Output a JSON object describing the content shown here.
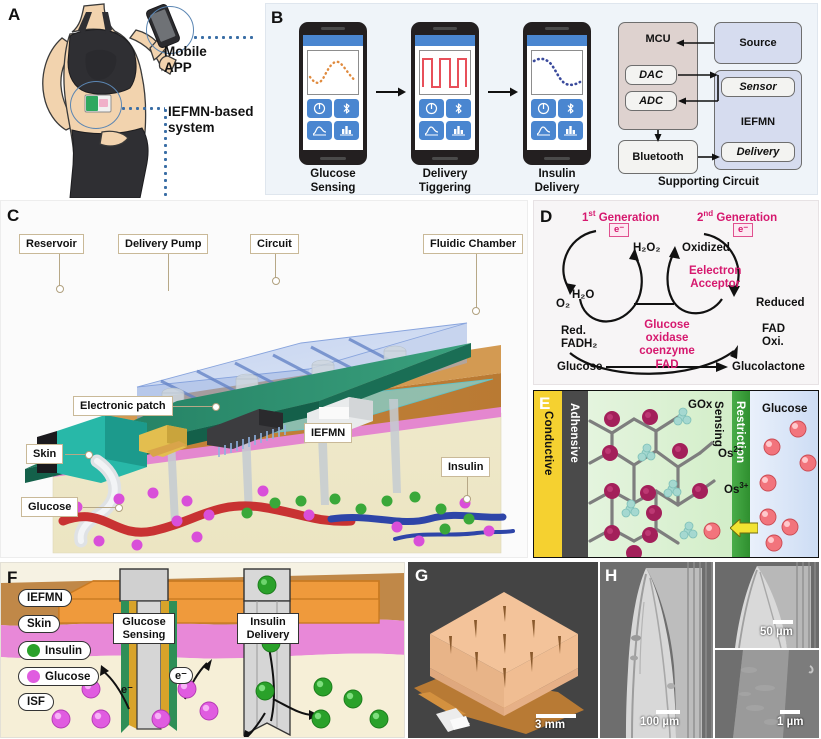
{
  "figure": {
    "panels": [
      "A",
      "B",
      "C",
      "D",
      "E",
      "F",
      "G",
      "H"
    ]
  },
  "panelA": {
    "letter": "A",
    "label_mobile_app": "Mobile\nAPP",
    "label_mobile_app_line1": "Mobile",
    "label_mobile_app_line2": "APP",
    "label_system_line1": "IEFMN-based",
    "label_system_line2": "system"
  },
  "panelB": {
    "letter": "B",
    "phones": [
      {
        "caption_line1": "Glucose",
        "caption_line2": "Sensing",
        "trace": "orange-dotted-wave",
        "trace_color": "#e08b3f"
      },
      {
        "caption_line1": "Delivery",
        "caption_line2": "Tiggering",
        "trace": "red-square-wave",
        "trace_color": "#e8505a"
      },
      {
        "caption_line1": "Insulin",
        "caption_line2": "Delivery",
        "trace": "blue-dotted-descending",
        "trace_color": "#3a4a9c"
      }
    ],
    "app_buttons": [
      "power-icon",
      "bluetooth-icon",
      "line-chart-icon",
      "bar-chart-icon"
    ],
    "circuit": {
      "mcu": "MCU",
      "dac": "DAC",
      "adc": "ADC",
      "source": "Source",
      "sensor": "Sensor",
      "iefmn": "IEFMN",
      "delivery": "Delivery",
      "bluetooth": "Bluetooth",
      "caption": "Supporting Circuit"
    }
  },
  "panelC": {
    "letter": "C",
    "labels": [
      "Reservoir",
      "Delivery Pump",
      "Circuit",
      "Fluidic Chamber",
      "Electronic patch",
      "IEFMN",
      "Skin",
      "Insulin",
      "Glucose"
    ]
  },
  "panelD": {
    "letter": "D",
    "gen1_sup": "st",
    "gen1": "1",
    "gen1_full": "Generation",
    "gen2": "2",
    "gen2_sup": "nd",
    "gen2_full": "Generation",
    "electron": "e⁻",
    "h2o2": "H₂O₂",
    "o2": "O₂",
    "h2o": "H₂O",
    "red_line1": "Red.",
    "red_line2": "FADH₂",
    "glucose": "Glucose",
    "glucolactone": "Glucolactone",
    "center_line1": "Glucose",
    "center_line2": "oxidase",
    "center_line3": "coenzyme",
    "center_line4": "FAD",
    "oxidized": "Oxidized",
    "reduced": "Reduced",
    "acceptor_line1": "Eelectron",
    "acceptor_line2": "Acceptor",
    "fad_line1": "FAD",
    "fad_line2": "Oxi."
  },
  "panelE": {
    "letter": "E",
    "layers": [
      {
        "name": "Conductive",
        "color": "#f5d130"
      },
      {
        "name": "Adhensive",
        "color": "#4a4a4a"
      },
      {
        "name": "Sensing",
        "color": "#a7d88c"
      },
      {
        "name": "Restriction",
        "color": "#3ea03e"
      }
    ],
    "gox": "GOx",
    "os2": "Os",
    "os2_sup": "2+",
    "os3": "Os",
    "os3_sup": "3+",
    "glucose": "Glucose"
  },
  "panelF": {
    "letter": "F",
    "legend": [
      {
        "label": "IEFMN",
        "dot": null
      },
      {
        "label": "Skin",
        "dot": null
      },
      {
        "label": "Insulin",
        "dot": "#2aa12a"
      },
      {
        "label": "Glucose",
        "dot": "#e05ce0"
      },
      {
        "label": "ISF",
        "dot": null
      }
    ],
    "box_sensing_line1": "Glucose",
    "box_sensing_line2": "Sensing",
    "box_delivery_line1": "Insulin",
    "box_delivery_line2": "Delivery",
    "electron": "e⁻"
  },
  "panelG": {
    "letter": "G",
    "scale": "3 mm"
  },
  "panelH": {
    "letter": "H",
    "scale_main": "100 µm",
    "scale_top_right": "50 µm",
    "scale_bottom_right": "1 µm"
  },
  "colors": {
    "panelB_bg": "#eff4f9",
    "accent_blue": "#4a86d0",
    "pink": "#d6186e",
    "glucose_magenta": "#e05ce0",
    "insulin_green": "#2aa12a"
  }
}
